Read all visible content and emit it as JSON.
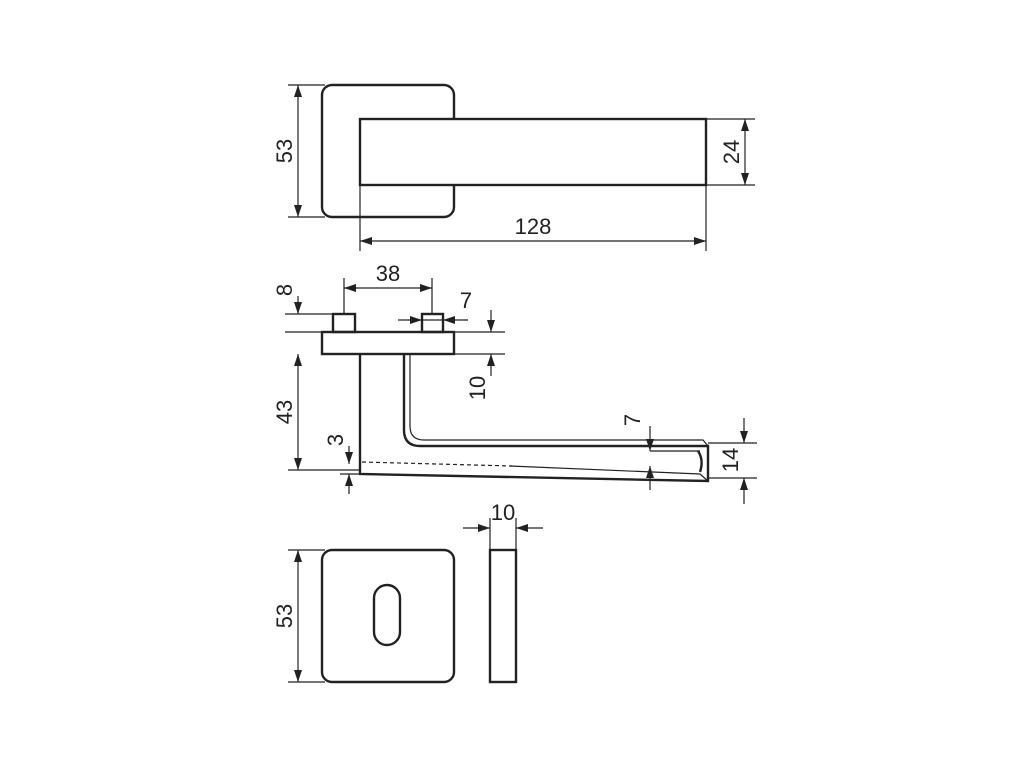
{
  "dimensions": {
    "top_rose_height": "53",
    "lever_height": "24",
    "lever_length": "128",
    "pin_spacing": "38",
    "pin_height": "8",
    "pin_width": "7",
    "rose_thickness": "10",
    "lever_projection": "43",
    "bottom_offset": "3",
    "lever_tip_height": "7",
    "lever_grip_height": "14",
    "escutcheon_thickness": "10",
    "escutcheon_height": "53"
  }
}
